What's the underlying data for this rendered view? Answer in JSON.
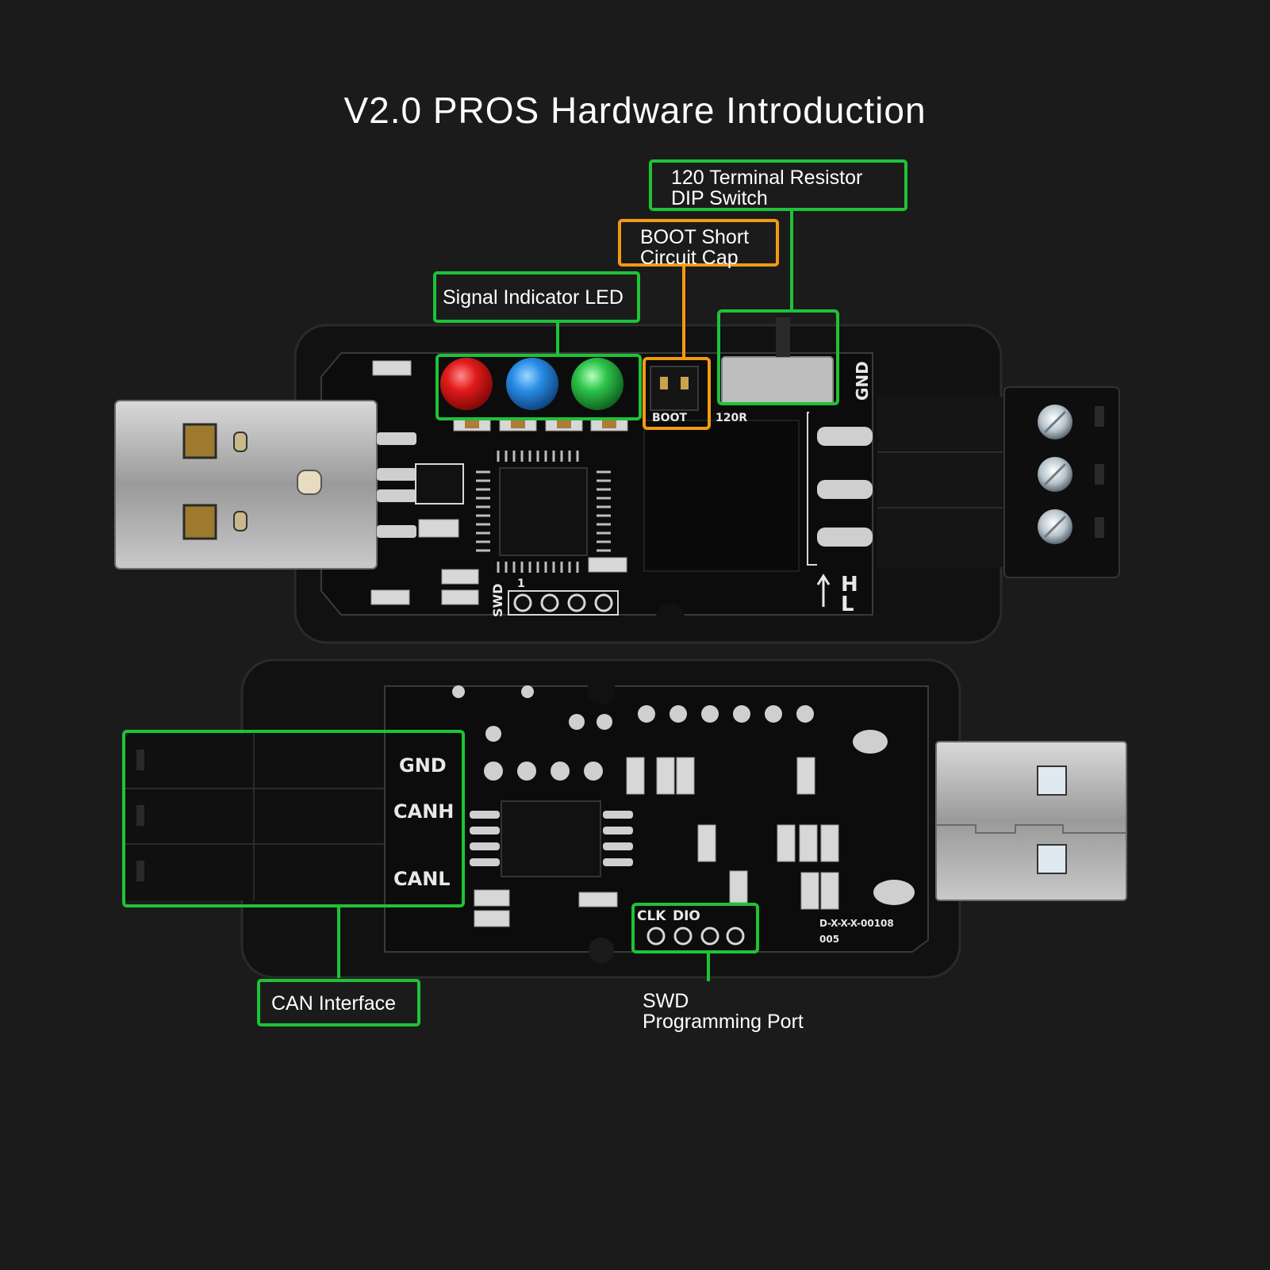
{
  "title": "V2.0 PROS Hardware Introduction",
  "colors": {
    "background": "#1b1b1b",
    "callout_green": "#1ec337",
    "callout_orange": "#f29a12",
    "pcb": "#0d0d0d",
    "led_red": "#e21b1b",
    "led_blue": "#2a8ee6",
    "led_green": "#2ec44a"
  },
  "callouts": {
    "terminal_resistor": {
      "line1": "120 Terminal Resistor",
      "line2": "DIP Switch"
    },
    "boot_cap": {
      "line1": "BOOT Short",
      "line2": "Circuit Cap"
    },
    "signal_led": {
      "label": "Signal Indicator LED"
    },
    "can_interface": {
      "label": "CAN Interface"
    },
    "swd_port": {
      "line1": "SWD",
      "line2": "Programming Port"
    }
  },
  "silkscreen": {
    "top": {
      "gnd": "GND",
      "boot": "BOOT",
      "r120": "120R",
      "h": "H",
      "l": "L",
      "swd": "SWD",
      "pin1": "1"
    },
    "bottom": {
      "gnd": "GND",
      "canh": "CANH",
      "canl": "CANL",
      "clk": "CLK",
      "dio": "DIO",
      "serial": "D-X-X-X-00108",
      "rev": "005"
    }
  }
}
